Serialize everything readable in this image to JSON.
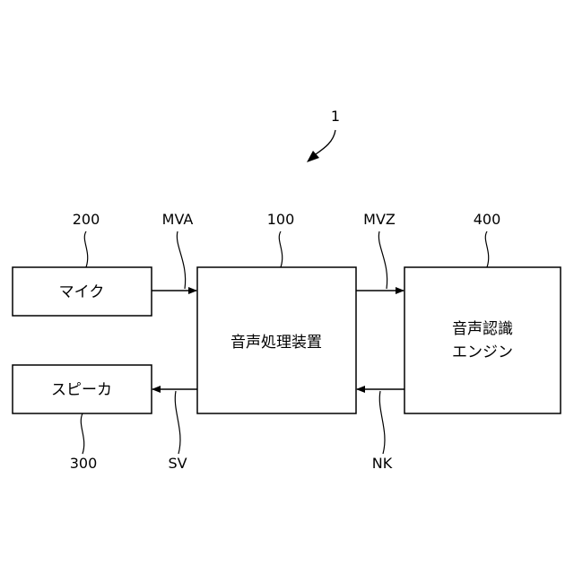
{
  "figure": {
    "system_ref": "1",
    "blocks": {
      "microphone": {
        "ref": "200",
        "label": "マイク"
      },
      "speaker": {
        "ref": "300",
        "label": "スピーカ"
      },
      "processor": {
        "ref": "100",
        "label": "音声処理装置"
      },
      "engine": {
        "ref": "400",
        "label_line1": "音声認識",
        "label_line2": "エンジン"
      }
    },
    "signals": {
      "mva": "MVA",
      "mvz": "MVZ",
      "sv": "SV",
      "nk": "NK"
    }
  }
}
